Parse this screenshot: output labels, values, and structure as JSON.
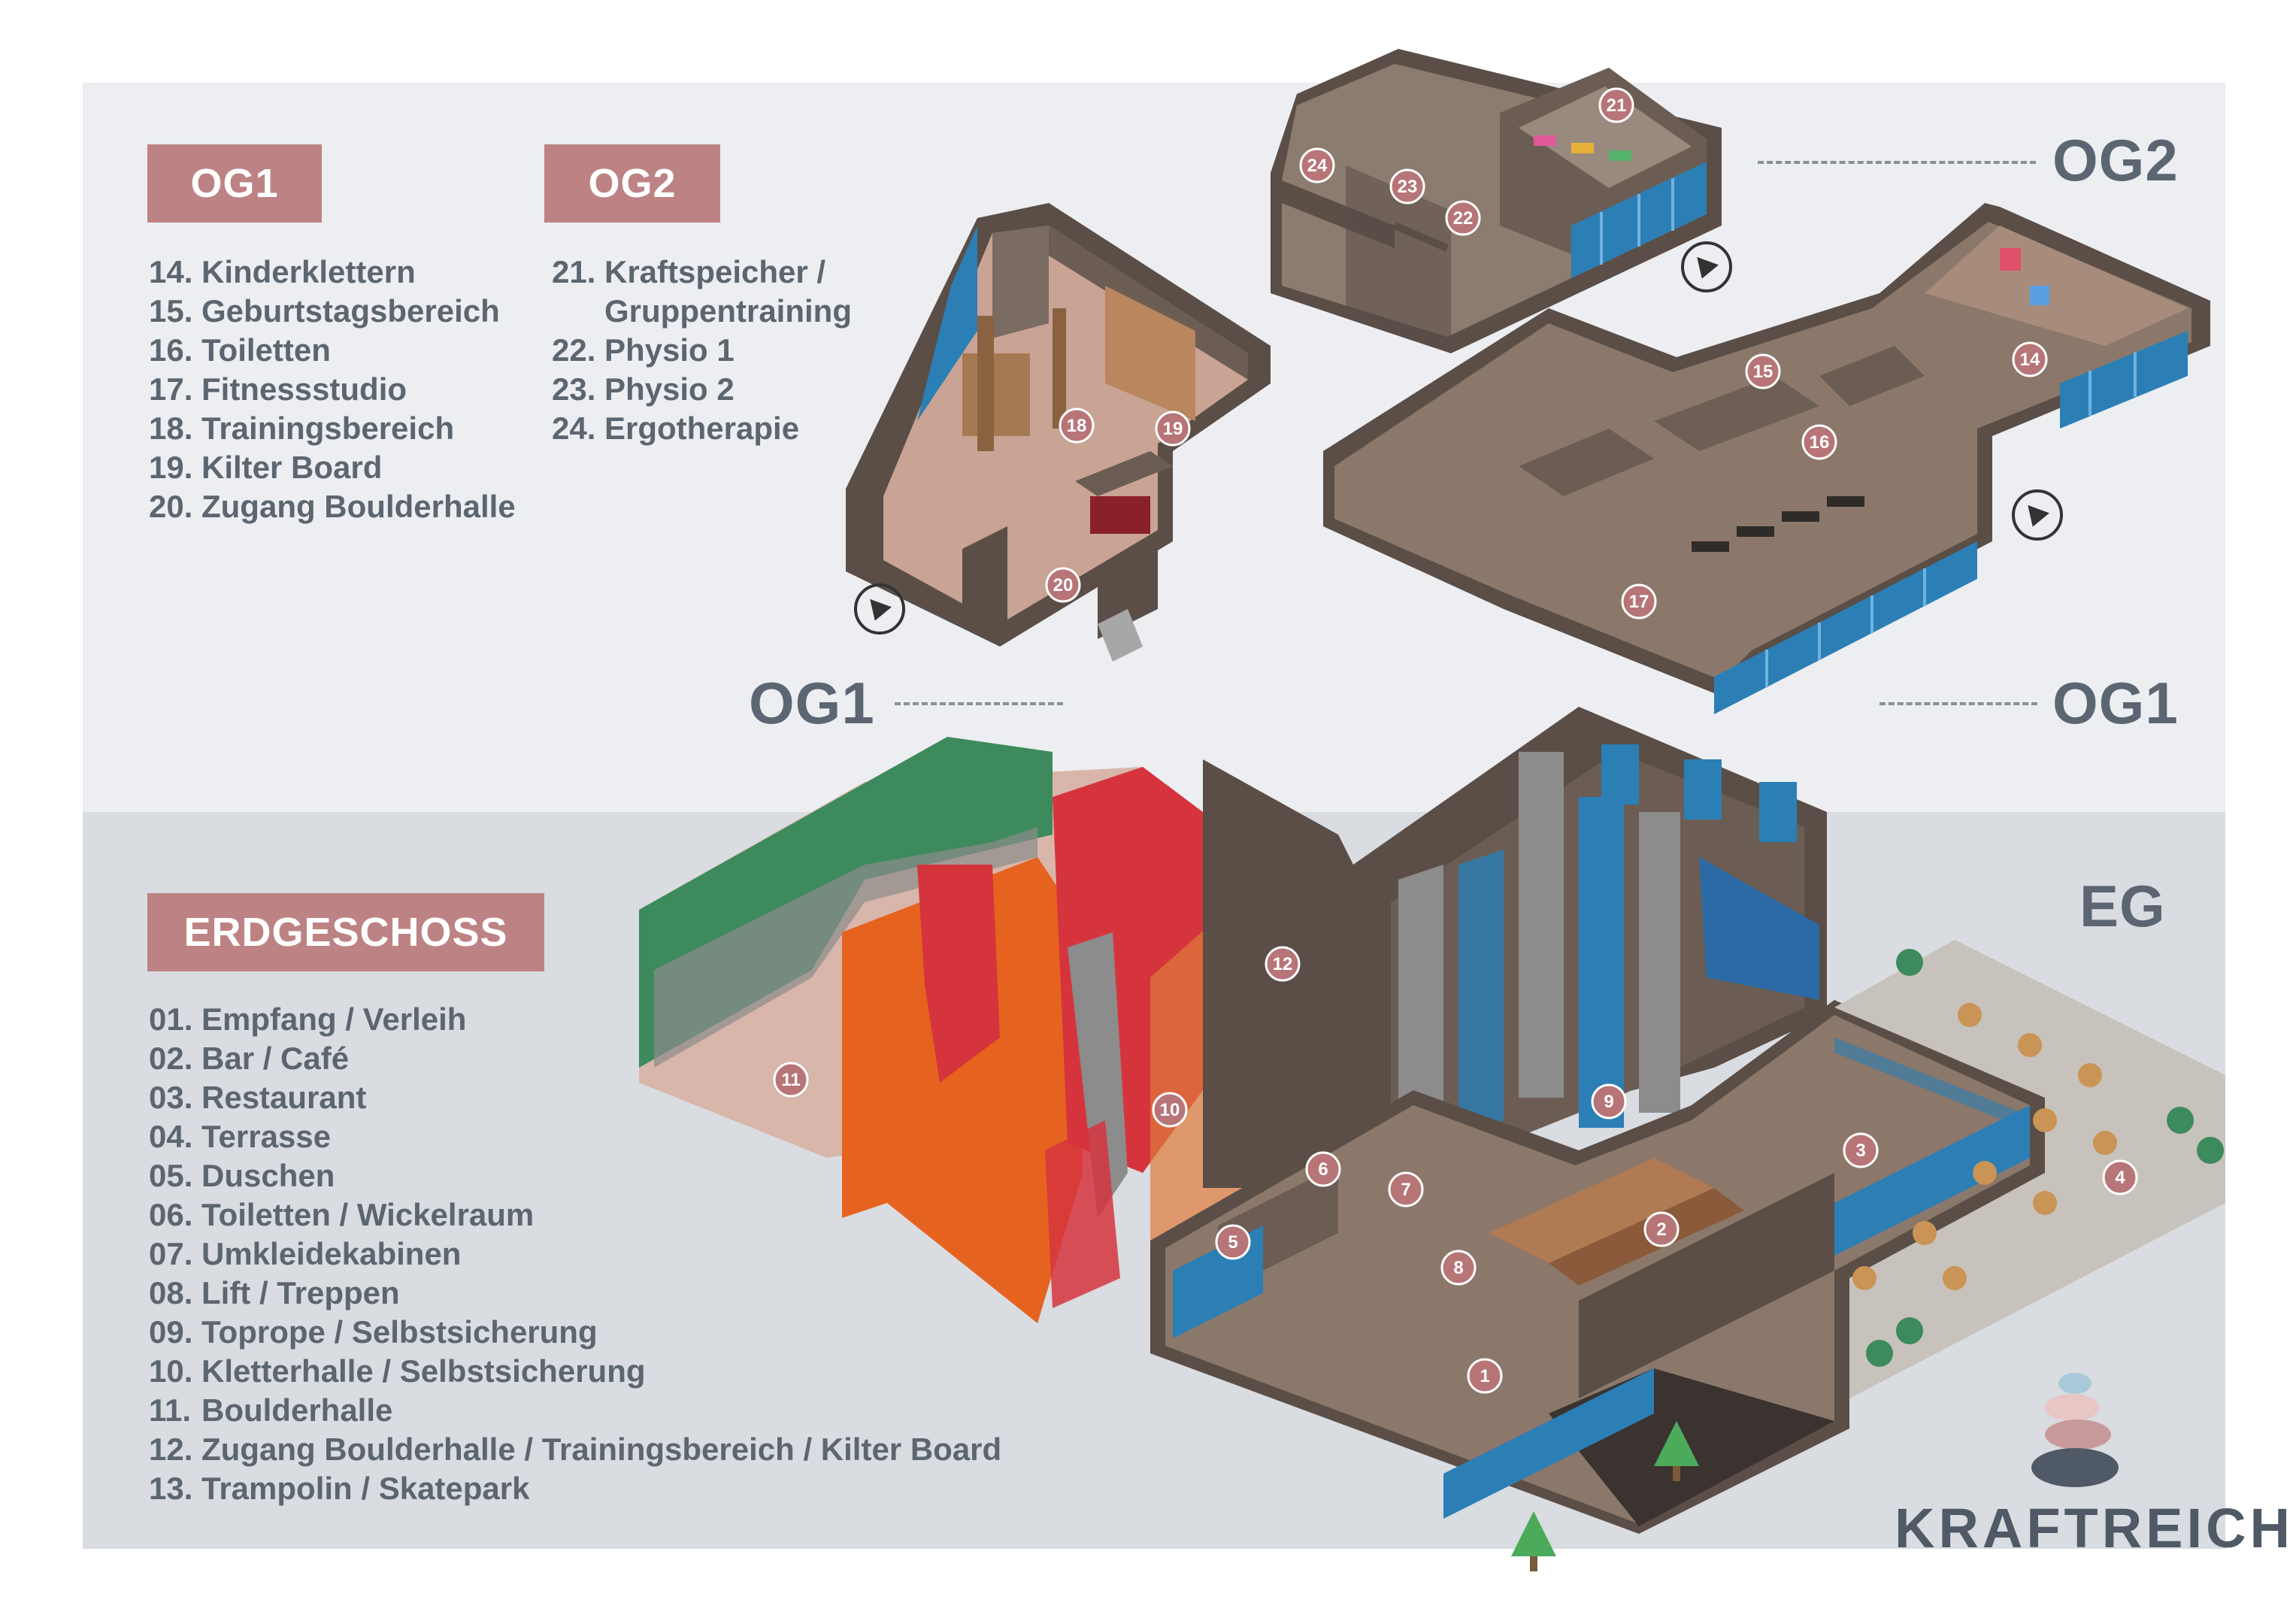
{
  "brand": {
    "name": "KRAFTREICH",
    "stone_colors": [
      "#a9c9d8",
      "#e8c6c6",
      "#c99a9c",
      "#4f5a66"
    ]
  },
  "colors": {
    "header_bg": "#bd8384",
    "marker": "#b77578",
    "text": "#5c6670",
    "floor_tag": "#5b6672",
    "wall_dark": "#5a4e47",
    "floor_light": "#d8b6a9",
    "climb_red": "#d6343d",
    "climb_orange": "#e5631f",
    "climb_green": "#3d8a5c",
    "glass_blue": "#2b7fb5"
  },
  "sections": {
    "og1": {
      "title": "OG1",
      "items": [
        {
          "num": "14.",
          "label": "Kinderklettern"
        },
        {
          "num": "15.",
          "label": "Geburtstagsbereich"
        },
        {
          "num": "16.",
          "label": "Toiletten"
        },
        {
          "num": "17.",
          "label": "Fitnessstudio"
        },
        {
          "num": "18.",
          "label": "Trainingsbereich"
        },
        {
          "num": "19.",
          "label": "Kilter Board"
        },
        {
          "num": "20.",
          "label": "Zugang Boulderhalle"
        }
      ]
    },
    "og2": {
      "title": "OG2",
      "items": [
        {
          "num": "21.",
          "label": "Kraftspeicher /",
          "cont": "Gruppentraining"
        },
        {
          "num": "22.",
          "label": "Physio 1"
        },
        {
          "num": "23.",
          "label": "Physio 2"
        },
        {
          "num": "24.",
          "label": "Ergotherapie"
        }
      ]
    },
    "eg": {
      "title": "ERDGESCHOSS",
      "items": [
        {
          "num": "01.",
          "label": "Empfang / Verleih"
        },
        {
          "num": "02.",
          "label": "Bar / Café"
        },
        {
          "num": "03.",
          "label": "Restaurant"
        },
        {
          "num": "04.",
          "label": "Terrasse"
        },
        {
          "num": "05.",
          "label": "Duschen"
        },
        {
          "num": "06.",
          "label": "Toiletten / Wickelraum"
        },
        {
          "num": "07.",
          "label": "Umkleidekabinen"
        },
        {
          "num": "08.",
          "label": "Lift / Treppen"
        },
        {
          "num": "09.",
          "label": "Toprope / Selbstsicherung"
        },
        {
          "num": "10.",
          "label": "Kletterhalle / Selbstsicherung"
        },
        {
          "num": "11.",
          "label": "Boulderhalle"
        },
        {
          "num": "12.",
          "label": "Zugang Boulderhalle / Trainingsbereich / Kilter Board"
        },
        {
          "num": "13.",
          "label": "Trampolin / Skatepark"
        }
      ]
    }
  },
  "floor_tags": {
    "og2_right": "OG2",
    "og1_right": "OG1",
    "og1_middle": "OG1",
    "eg_right": "EG"
  },
  "markers": {
    "m01": "1",
    "m02": "2",
    "m03": "3",
    "m04": "4",
    "m05": "5",
    "m06": "6",
    "m07": "7",
    "m08": "8",
    "m09": "9",
    "m10": "10",
    "m11": "11",
    "m12": "12",
    "m14": "14",
    "m15": "15",
    "m16": "16",
    "m17": "17",
    "m18": "18",
    "m19": "19",
    "m20": "20",
    "m21": "21",
    "m22": "22",
    "m23": "23",
    "m24": "24"
  }
}
